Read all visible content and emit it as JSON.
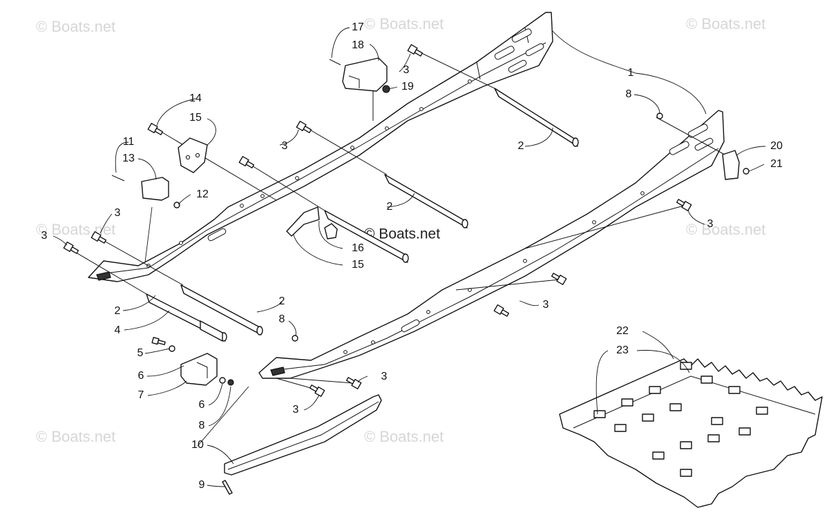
{
  "watermark": "© Boats.net",
  "center_watermark": "© Boats.net",
  "callouts": [
    {
      "id": "c1",
      "text": "1"
    },
    {
      "id": "c2a",
      "text": "2"
    },
    {
      "id": "c2b",
      "text": "2"
    },
    {
      "id": "c2c",
      "text": "2"
    },
    {
      "id": "c2d",
      "text": "2"
    },
    {
      "id": "c3a",
      "text": "3"
    },
    {
      "id": "c3b",
      "text": "3"
    },
    {
      "id": "c3c",
      "text": "3"
    },
    {
      "id": "c3d",
      "text": "3"
    },
    {
      "id": "c3e",
      "text": "3"
    },
    {
      "id": "c3f",
      "text": "3"
    },
    {
      "id": "c3g",
      "text": "3"
    },
    {
      "id": "c3h",
      "text": "3"
    },
    {
      "id": "c4",
      "text": "4"
    },
    {
      "id": "c5",
      "text": "5"
    },
    {
      "id": "c6a",
      "text": "6"
    },
    {
      "id": "c6b",
      "text": "6"
    },
    {
      "id": "c7",
      "text": "7"
    },
    {
      "id": "c8a",
      "text": "8"
    },
    {
      "id": "c8b",
      "text": "8"
    },
    {
      "id": "c8c",
      "text": "8"
    },
    {
      "id": "c9",
      "text": "9"
    },
    {
      "id": "c10",
      "text": "10"
    },
    {
      "id": "c11",
      "text": "11"
    },
    {
      "id": "c12",
      "text": "12"
    },
    {
      "id": "c13",
      "text": "13"
    },
    {
      "id": "c14",
      "text": "14"
    },
    {
      "id": "c15a",
      "text": "15"
    },
    {
      "id": "c15b",
      "text": "15"
    },
    {
      "id": "c16",
      "text": "16"
    },
    {
      "id": "c17",
      "text": "17"
    },
    {
      "id": "c18",
      "text": "18"
    },
    {
      "id": "c19",
      "text": "19"
    },
    {
      "id": "c20",
      "text": "20"
    },
    {
      "id": "c21",
      "text": "21"
    },
    {
      "id": "c22",
      "text": "22"
    },
    {
      "id": "c23",
      "text": "23"
    }
  ]
}
